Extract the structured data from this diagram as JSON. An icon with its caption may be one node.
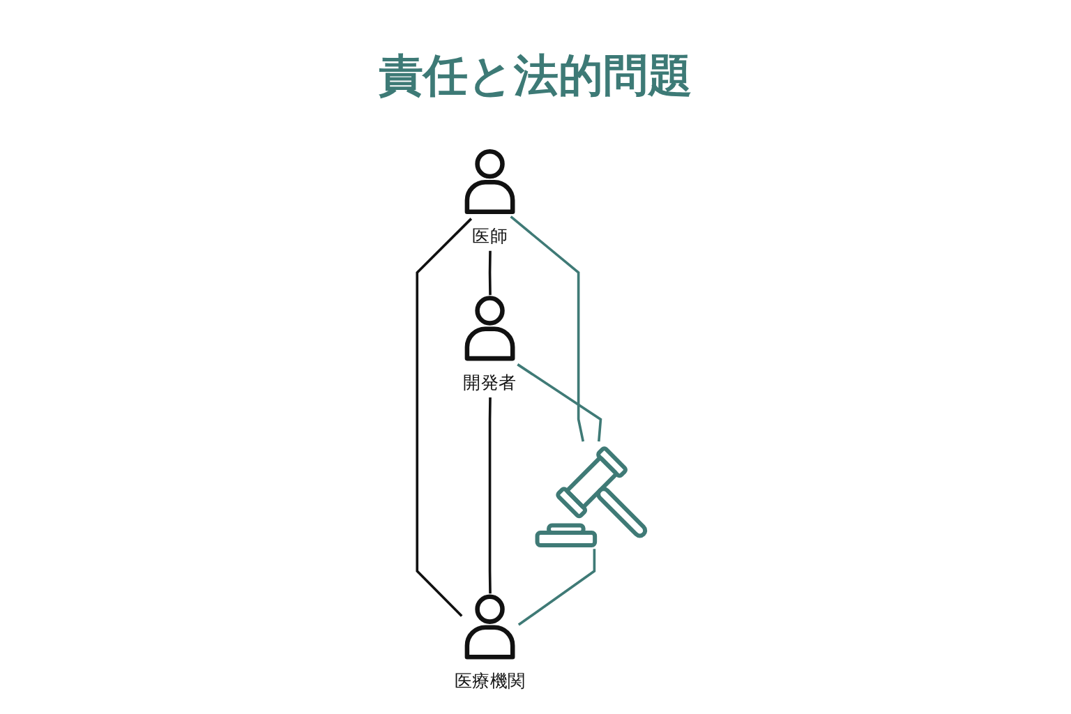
{
  "diagram": {
    "title": "責任と法的問題",
    "nodes": [
      {
        "text": [
          "医師"
        ]
      },
      {
        "text": [
          "開発者"
        ]
      },
      {
        "text": [],
        "shape": "picture"
      },
      {
        "text": [
          "医療機関"
        ]
      }
    ],
    "edges": [
      {
        "from": 0,
        "to": 1,
        "arrow": "none"
      },
      {
        "from": 0,
        "to": 2,
        "arrow": "none",
        "color": "#3f7a76"
      },
      {
        "from": 1,
        "to": 2,
        "arrow": "none",
        "color": "#3f7a76"
      },
      {
        "from": 0,
        "to": 3,
        "arrow": "none"
      },
      {
        "from": 1,
        "to": 3,
        "arrow": "none"
      },
      {
        "from": 2,
        "to": 3,
        "arrow": "none",
        "color": "#3f7a76"
      }
    ]
  }
}
